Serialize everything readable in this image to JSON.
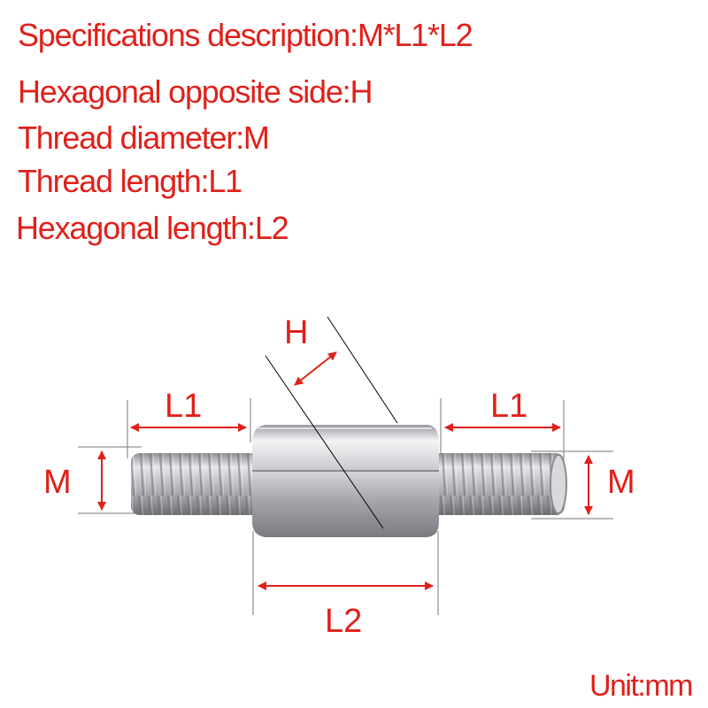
{
  "specs": {
    "line1": "Specifications description:M*L1*L2",
    "line2": "Hexagonal opposite side:H",
    "line3": "Thread diameter:M",
    "line4": "Thread length:L1",
    "line5": "Hexagonal length:L2"
  },
  "dimensions": {
    "h": "H",
    "l1_left": "L1",
    "l1_right": "L1",
    "m_left": "M",
    "m_right": "M",
    "l2": "L2"
  },
  "unit": "Unit:mm",
  "colors": {
    "accent": "#e0201a",
    "guide_line": "#000000",
    "metal": "#b8b8bc"
  }
}
